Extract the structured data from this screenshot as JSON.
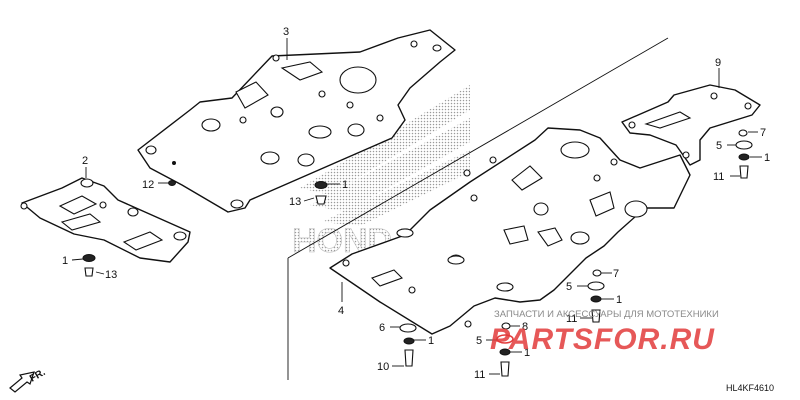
{
  "diagram": {
    "drawing_code": "HL4KF4610",
    "direction_label": "FR.",
    "callouts": [
      {
        "id": "c3",
        "label": "3"
      },
      {
        "id": "c2",
        "label": "2"
      },
      {
        "id": "c12",
        "label": "12"
      },
      {
        "id": "c1a",
        "label": "1"
      },
      {
        "id": "c13a",
        "label": "13"
      },
      {
        "id": "c1b",
        "label": "1"
      },
      {
        "id": "c13b",
        "label": "13"
      },
      {
        "id": "c9",
        "label": "9"
      },
      {
        "id": "c7a",
        "label": "7"
      },
      {
        "id": "c5a",
        "label": "5"
      },
      {
        "id": "c1c",
        "label": "1"
      },
      {
        "id": "c11a",
        "label": "11"
      },
      {
        "id": "c7b",
        "label": "7"
      },
      {
        "id": "c5b",
        "label": "5"
      },
      {
        "id": "c1d",
        "label": "1"
      },
      {
        "id": "c11b",
        "label": "11"
      },
      {
        "id": "c4",
        "label": "4"
      },
      {
        "id": "c6",
        "label": "6"
      },
      {
        "id": "c1e",
        "label": "1"
      },
      {
        "id": "c10",
        "label": "10"
      },
      {
        "id": "c8",
        "label": "8"
      },
      {
        "id": "c5c",
        "label": "5"
      },
      {
        "id": "c1f",
        "label": "1"
      },
      {
        "id": "c11c",
        "label": "11"
      }
    ]
  },
  "watermarks": {
    "brand_text": "HONDA",
    "site_subtitle": "ЗАПЧАСТИ И АКСЕССУАРЫ ДЛЯ МОТОТЕХНИКИ",
    "site_name": "PARTSFOR.RU"
  },
  "colors": {
    "line": "#111111",
    "watermark_red": "#e23b3b",
    "watermark_gray": "#8a8a8a"
  }
}
